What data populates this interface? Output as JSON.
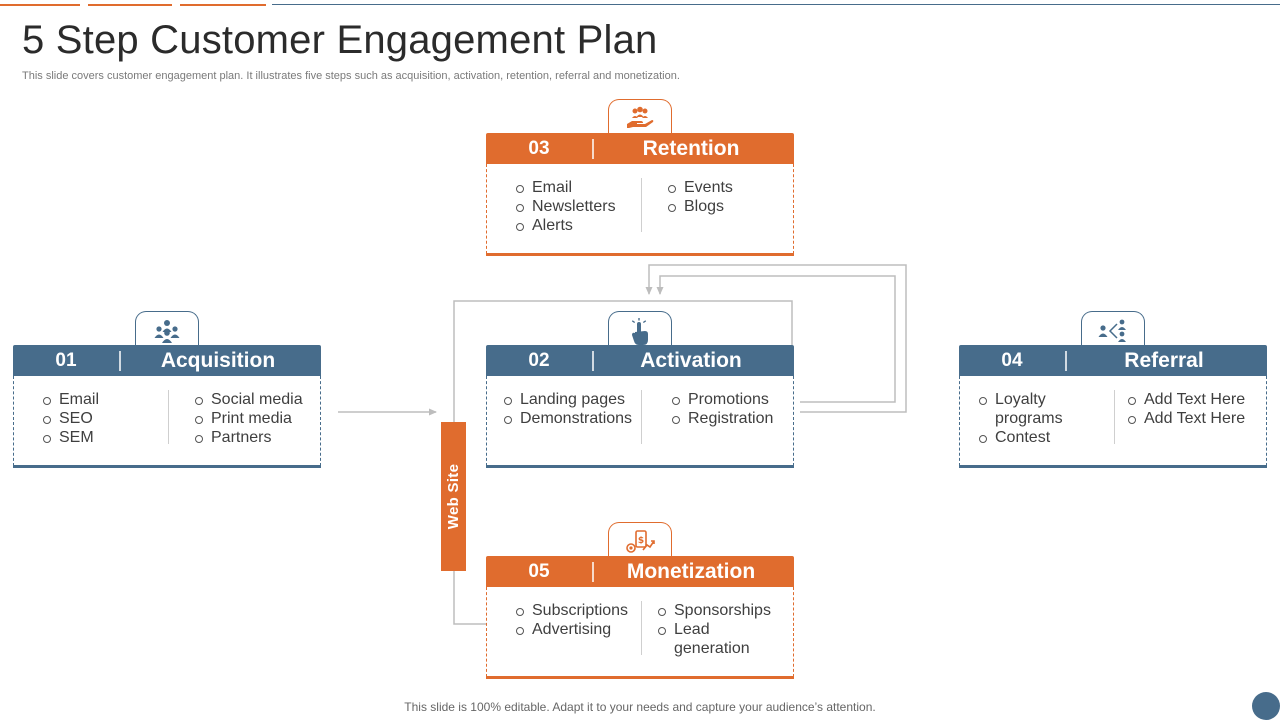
{
  "title": "5 Step Customer Engagement Plan",
  "subtitle": "This slide covers customer engagement plan. It illustrates five steps such as acquisition, activation, retention, referral and monetization.",
  "footer": "This slide is 100% editable. Adapt it to your needs and capture your audience’s attention.",
  "hub_label": "Web Site",
  "colors": {
    "orange": "#e06c2e",
    "blue": "#476c8b",
    "connector": "#bdbdbd",
    "text": "#3f3f3f"
  },
  "steps": {
    "acquisition": {
      "number": "01",
      "name": "Acquisition",
      "icon": "people-group-icon",
      "col1": [
        "Email",
        "SEO",
        "SEM"
      ],
      "col2": [
        "Social media",
        "Print media",
        "Partners"
      ]
    },
    "activation": {
      "number": "02",
      "name": "Activation",
      "icon": "pointer-hand-icon",
      "col1": [
        "Landing pages",
        "Demonstrations"
      ],
      "col2": [
        "Promotions",
        "Registration"
      ]
    },
    "retention": {
      "number": "03",
      "name": "Retention",
      "icon": "hand-holding-people-icon",
      "col1": [
        "Email",
        "Newsletters",
        "Alerts"
      ],
      "col2": [
        "Events",
        "Blogs"
      ]
    },
    "referral": {
      "number": "04",
      "name": "Referral",
      "icon": "share-people-icon",
      "col1": [
        "Loyalty programs",
        "Contest"
      ],
      "col2": [
        "Add Text Here",
        "Add Text Here"
      ]
    },
    "monetization": {
      "number": "05",
      "name": "Monetization",
      "icon": "money-growth-icon",
      "col1": [
        "Subscriptions",
        "Advertising"
      ],
      "col2": [
        "Sponsorships",
        "Lead generation"
      ]
    }
  }
}
